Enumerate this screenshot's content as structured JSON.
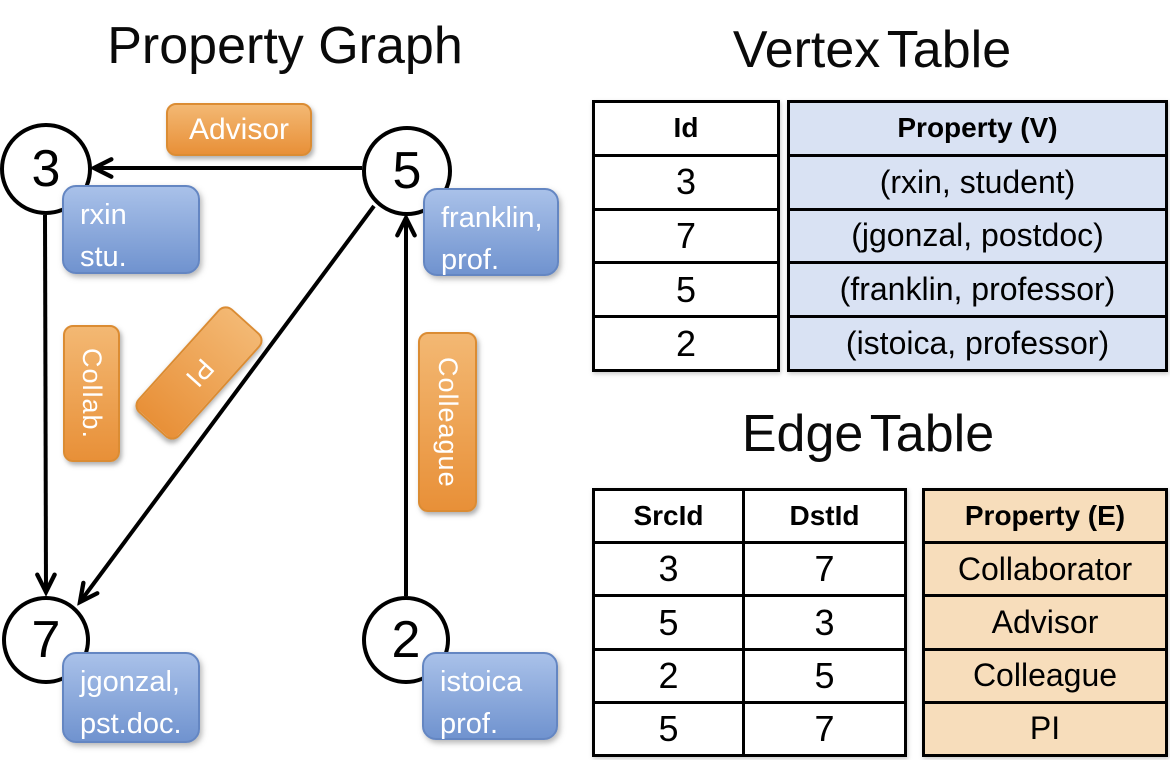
{
  "titles": {
    "graph": "Property Graph",
    "vertex": "Vertex Table",
    "edge": "Edge Table"
  },
  "graph": {
    "nodes": [
      {
        "id": "3"
      },
      {
        "id": "5"
      },
      {
        "id": "7"
      },
      {
        "id": "2"
      }
    ],
    "vertex_labels": [
      {
        "line1": "rxin",
        "line2": "stu."
      },
      {
        "line1": "franklin,",
        "line2": "prof."
      },
      {
        "line1": "jgonzal,",
        "line2": "pst.doc."
      },
      {
        "line1": "istoica",
        "line2": "prof."
      }
    ],
    "edges": [
      {
        "from": "5",
        "to": "3",
        "label": "Advisor"
      },
      {
        "from": "3",
        "to": "7",
        "label": "Collab."
      },
      {
        "from": "5",
        "to": "7",
        "label": "PI"
      },
      {
        "from": "2",
        "to": "5",
        "label": "Colleague"
      }
    ]
  },
  "vertex_table": {
    "columns": [
      "Id",
      "Property (V)"
    ],
    "rows": [
      [
        "3",
        "(rxin, student)"
      ],
      [
        "7",
        "(jgonzal, postdoc)"
      ],
      [
        "5",
        "(franklin, professor)"
      ],
      [
        "2",
        "(istoica, professor)"
      ]
    ]
  },
  "edge_table": {
    "columns": [
      "SrcId",
      "DstId",
      "Property (E)"
    ],
    "rows": [
      [
        "3",
        "7",
        "Collaborator"
      ],
      [
        "5",
        "3",
        "Advisor"
      ],
      [
        "2",
        "5",
        "Colleague"
      ],
      [
        "5",
        "7",
        "PI"
      ]
    ]
  },
  "colors": {
    "label_orange_top": "#f3b873",
    "label_orange_bottom": "#e89038",
    "label_orange_border": "#db8c33",
    "prop_blue_top": "#a9c1e9",
    "prop_blue_bottom": "#7093cf",
    "prop_blue_border": "#6486c2",
    "vertex_col_fill": "#d9e2f3",
    "edge_col_fill": "#f7ddbb",
    "ink": "#000000"
  }
}
